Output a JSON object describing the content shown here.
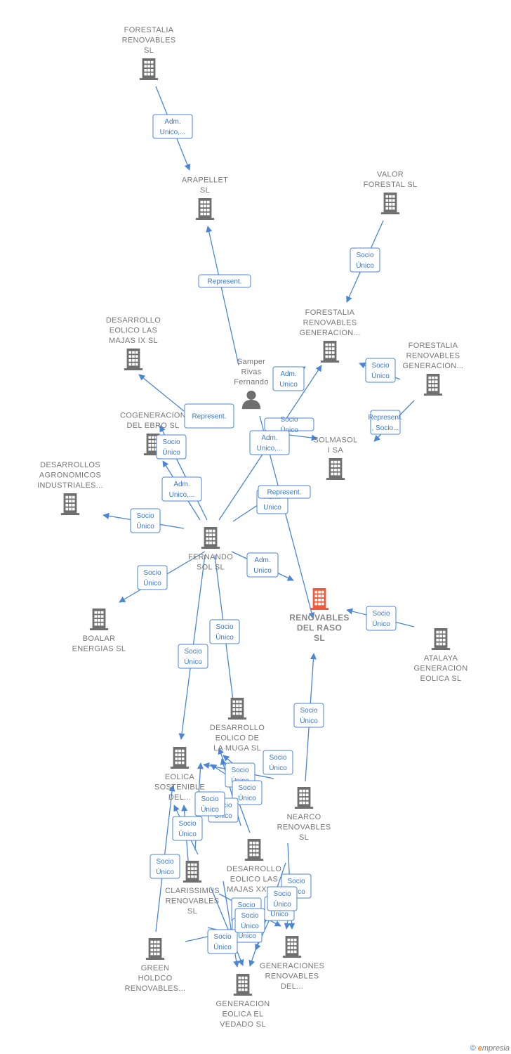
{
  "colors": {
    "company": "#6f6f6f",
    "focus_company": "#f05a3a",
    "person": "#6f6f6f",
    "edge": "#4a86d4"
  },
  "nodes": [
    {
      "id": "n1",
      "kind": "company",
      "lines": [
        "FORESTALIA",
        "RENOVABLES",
        "SL"
      ]
    },
    {
      "id": "n2",
      "kind": "company",
      "lines": [
        "ARAPELLET",
        "SL"
      ]
    },
    {
      "id": "n3",
      "kind": "company",
      "lines": [
        "VALOR",
        "FORESTAL SL"
      ]
    },
    {
      "id": "n4",
      "kind": "company",
      "lines": [
        "FORESTALIA",
        "RENOVABLES",
        "GENERACION..."
      ]
    },
    {
      "id": "n5",
      "kind": "company",
      "lines": [
        "FORESTALIA",
        "RENOVABLES",
        "GENERACION..."
      ]
    },
    {
      "id": "n6",
      "kind": "company",
      "lines": [
        "DESARROLLO",
        "EOLICO LAS",
        "MAJAS IX  SL"
      ]
    },
    {
      "id": "n7",
      "kind": "person",
      "lines": [
        "Samper",
        "Rivas",
        "Fernando"
      ]
    },
    {
      "id": "n8",
      "kind": "company",
      "lines": [
        "COGENERACION",
        "DEL EBRO  SL"
      ]
    },
    {
      "id": "n9",
      "kind": "company",
      "lines": [
        "SOLMASOL",
        "I SA"
      ]
    },
    {
      "id": "n10",
      "kind": "company",
      "lines": [
        "DESARROLLOS",
        "AGRONOMICOS",
        "INDUSTRIALES..."
      ]
    },
    {
      "id": "n11",
      "kind": "company",
      "lines": [
        "FERNANDO",
        "SOL SL"
      ]
    },
    {
      "id": "n12",
      "kind": "focus",
      "lines": [
        "RENOVABLES",
        "DEL RASO",
        "SL"
      ]
    },
    {
      "id": "n13",
      "kind": "company",
      "lines": [
        "BOALAR",
        "ENERGIAS  SL"
      ]
    },
    {
      "id": "n14",
      "kind": "company",
      "lines": [
        "ATALAYA",
        "GENERACION",
        "EOLICA  SL"
      ]
    },
    {
      "id": "n15",
      "kind": "company",
      "lines": [
        "DESARROLLO",
        "EOLICO DE",
        "LA MUGA SL"
      ]
    },
    {
      "id": "n16",
      "kind": "company",
      "lines": [
        "EOLICA",
        "SOSTENIBLE",
        "DEL..."
      ]
    },
    {
      "id": "n17",
      "kind": "company",
      "lines": [
        "NEARCO",
        "RENOVABLES",
        "SL"
      ]
    },
    {
      "id": "n18",
      "kind": "company",
      "lines": [
        "DESARROLLO",
        "EOLICO LAS",
        "MAJAS XXVI..."
      ]
    },
    {
      "id": "n19",
      "kind": "company",
      "lines": [
        "CLARISSIMUS",
        "RENOVABLES",
        "SL"
      ]
    },
    {
      "id": "n20",
      "kind": "company",
      "lines": [
        "GREEN",
        "HOLDCO",
        "RENOVABLES..."
      ]
    },
    {
      "id": "n21",
      "kind": "company",
      "lines": [
        "GENERACION",
        "EOLICA EL",
        "VEDADO SL"
      ]
    },
    {
      "id": "n22",
      "kind": "company",
      "lines": [
        "GENERACIONES",
        "RENOVABLES",
        "DEL..."
      ]
    }
  ],
  "relations": [
    {
      "lines": [
        "Adm.",
        "Unico,..."
      ]
    },
    {
      "lines": [
        "Socio",
        "Único"
      ]
    },
    {
      "lines": [
        "Represent."
      ]
    },
    {
      "lines": [
        "Adm.",
        "Unico"
      ]
    },
    {
      "lines": [
        "Socio",
        "Único"
      ]
    },
    {
      "lines": [
        "Represent.",
        ", Socio..."
      ]
    },
    {
      "lines": [
        "Represent."
      ]
    },
    {
      "lines": [
        "Socio",
        "Único"
      ]
    },
    {
      "lines": [
        "Socio",
        "Único"
      ]
    },
    {
      "lines": [
        "Adm.",
        "Unico,..."
      ]
    },
    {
      "lines": [
        "Adm.",
        "Unico,..."
      ]
    },
    {
      "lines": [
        "Adm.",
        "Unico"
      ]
    },
    {
      "lines": [
        "Represent."
      ]
    },
    {
      "lines": [
        "Socio",
        "Único"
      ]
    },
    {
      "lines": [
        "Socio",
        "Único"
      ]
    },
    {
      "lines": [
        "Adm.",
        "Unico"
      ]
    },
    {
      "lines": [
        "Socio",
        "Único"
      ]
    },
    {
      "lines": [
        "Socio",
        "Único"
      ]
    },
    {
      "lines": [
        "Socio",
        "Único"
      ]
    },
    {
      "lines": [
        "Socio",
        "Único"
      ]
    },
    {
      "lines": [
        "Socio",
        "Único"
      ]
    },
    {
      "lines": [
        "Socio",
        "Único"
      ]
    },
    {
      "lines": [
        "Socio",
        "Único"
      ]
    },
    {
      "lines": [
        "Socio",
        "Único"
      ]
    },
    {
      "lines": [
        "Socio",
        "Único"
      ]
    },
    {
      "lines": [
        "Socio",
        "Único"
      ]
    },
    {
      "lines": [
        "Socio",
        "Único"
      ]
    },
    {
      "lines": [
        "Socio",
        "Único"
      ]
    },
    {
      "lines": [
        "Socio",
        "Único"
      ]
    },
    {
      "lines": [
        "Socio",
        "Único"
      ]
    },
    {
      "lines": [
        "Socio",
        "Único"
      ]
    },
    {
      "lines": [
        "Socio",
        "Único"
      ]
    },
    {
      "lines": [
        "Socio",
        "Único"
      ]
    },
    {
      "lines": [
        "Socio",
        "Único"
      ]
    }
  ],
  "footer": {
    "copyright": "©",
    "brand_e": "e",
    "brand_rest": "mpresia"
  }
}
